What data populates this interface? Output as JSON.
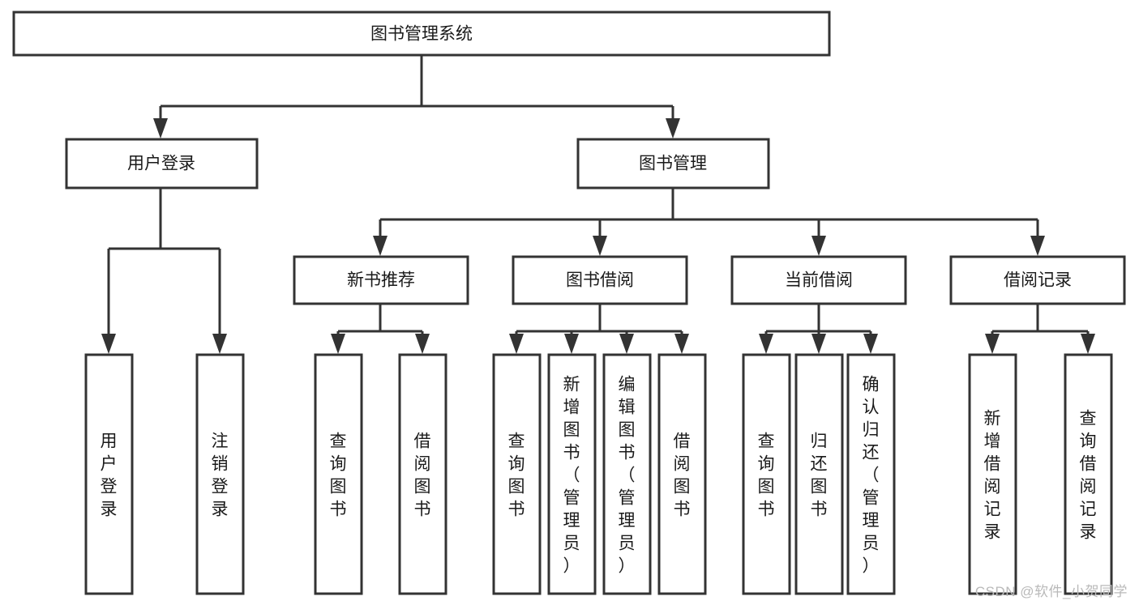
{
  "diagram": {
    "type": "tree-hierarchy",
    "title": "图书管理系统",
    "orientation": "top-down",
    "colors": {
      "box_stroke": "#333333",
      "box_fill": "#ffffff",
      "text": "#1a1a1a",
      "watermark": "#b9b9b9",
      "background": "#ffffff"
    },
    "levels": [
      {
        "level": 1,
        "nodes": [
          {
            "id": "root",
            "label": "图书管理系统",
            "orientation": "horizontal"
          }
        ]
      },
      {
        "level": 2,
        "nodes": [
          {
            "id": "user-login",
            "label": "用户登录",
            "orientation": "horizontal",
            "parent": "root"
          },
          {
            "id": "book-manage",
            "label": "图书管理",
            "orientation": "horizontal",
            "parent": "root"
          }
        ]
      },
      {
        "level": 3,
        "nodes": [
          {
            "id": "new-book-rec",
            "label": "新书推荐",
            "orientation": "horizontal",
            "parent": "book-manage"
          },
          {
            "id": "book-borrow",
            "label": "图书借阅",
            "orientation": "horizontal",
            "parent": "book-manage"
          },
          {
            "id": "current-borrow",
            "label": "当前借阅",
            "orientation": "horizontal",
            "parent": "book-manage"
          },
          {
            "id": "borrow-record",
            "label": "借阅记录",
            "orientation": "horizontal",
            "parent": "book-manage"
          }
        ]
      },
      {
        "level": 4,
        "nodes": [
          {
            "id": "leaf-user-login",
            "label": "用户登录",
            "orientation": "vertical",
            "parent": "user-login"
          },
          {
            "id": "leaf-logout",
            "label": "注销登录",
            "orientation": "vertical",
            "parent": "user-login"
          },
          {
            "id": "leaf-query-book-1",
            "label": "查询图书",
            "orientation": "vertical",
            "parent": "new-book-rec"
          },
          {
            "id": "leaf-borrow-book-1",
            "label": "借阅图书",
            "orientation": "vertical",
            "parent": "new-book-rec"
          },
          {
            "id": "leaf-query-book-2",
            "label": "查询图书",
            "orientation": "vertical",
            "parent": "book-borrow"
          },
          {
            "id": "leaf-add-book",
            "label": "新增图书（管理员）",
            "orientation": "vertical",
            "parent": "book-borrow"
          },
          {
            "id": "leaf-edit-book",
            "label": "编辑图书（管理员）",
            "orientation": "vertical",
            "parent": "book-borrow"
          },
          {
            "id": "leaf-borrow-book-2",
            "label": "借阅图书",
            "orientation": "vertical",
            "parent": "book-borrow"
          },
          {
            "id": "leaf-query-book-3",
            "label": "查询图书",
            "orientation": "vertical",
            "parent": "current-borrow"
          },
          {
            "id": "leaf-return-book",
            "label": "归还图书",
            "orientation": "vertical",
            "parent": "current-borrow"
          },
          {
            "id": "leaf-confirm-return",
            "label": "确认归还（管理员）",
            "orientation": "vertical",
            "parent": "current-borrow"
          },
          {
            "id": "leaf-add-record",
            "label": "新增借阅记录",
            "orientation": "vertical",
            "parent": "borrow-record"
          },
          {
            "id": "leaf-query-record",
            "label": "查询借阅记录",
            "orientation": "vertical",
            "parent": "borrow-record"
          }
        ]
      }
    ]
  },
  "watermark": {
    "text": "CSDN @软件_小贺同学"
  }
}
